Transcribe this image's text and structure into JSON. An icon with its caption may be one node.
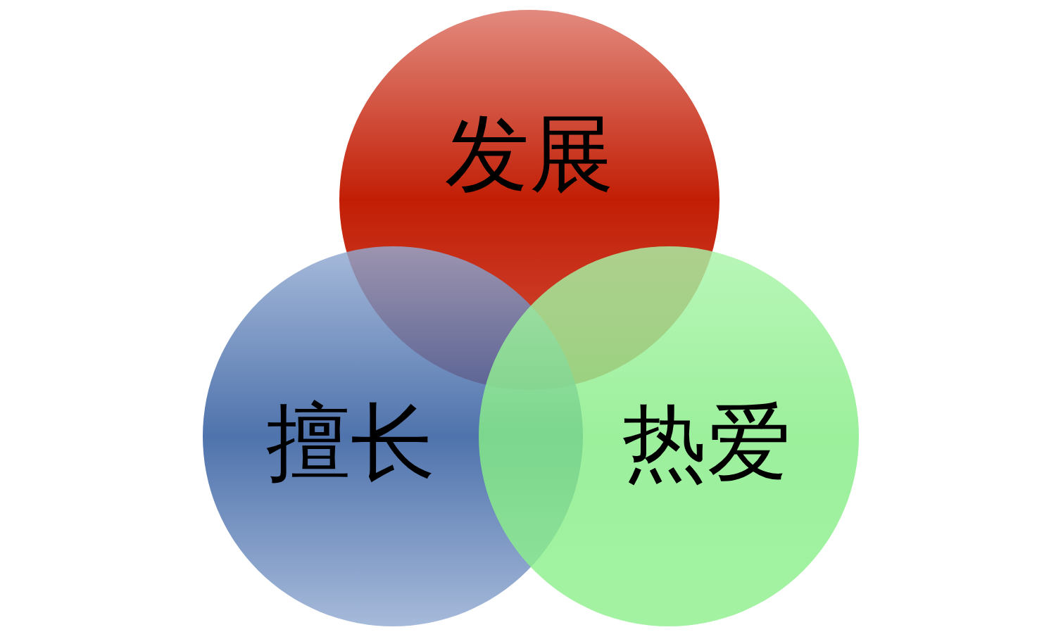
{
  "diagram": {
    "nodes": [
      {
        "text": [
          "发展"
        ]
      },
      {
        "text": [
          "擅长"
        ]
      },
      {
        "text": [
          "热爱"
        ]
      }
    ]
  }
}
